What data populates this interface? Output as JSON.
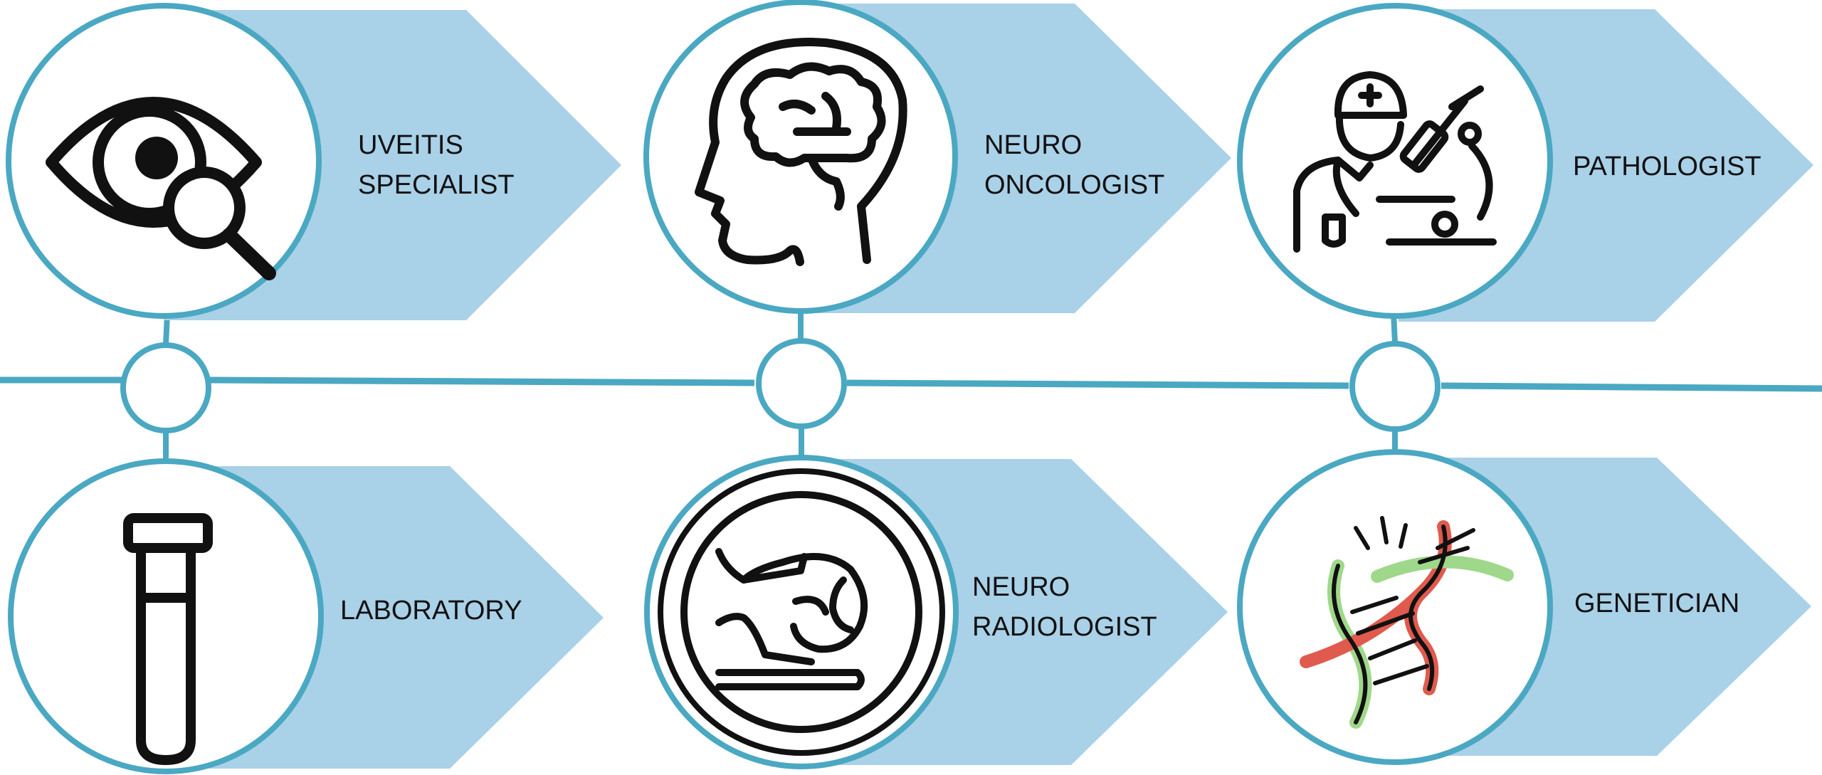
{
  "colors": {
    "line": "#4aa8c2",
    "arrow": "#a9d1e8",
    "circle_fill": "#ffffff",
    "icon": "#111111",
    "dna_red": "#e05a4e",
    "dna_green": "#9fd88a"
  },
  "roles": [
    {
      "id": "uveitis",
      "icon": "eye-magnifier-icon",
      "lines": [
        "UVEITIS",
        "SPECIALIST"
      ]
    },
    {
      "id": "neuro-oncologist",
      "icon": "brain-head-icon",
      "lines": [
        "NEURO",
        "ONCOLOGIST"
      ]
    },
    {
      "id": "pathologist",
      "icon": "doctor-microscope-icon",
      "lines": [
        "PATHOLOGIST"
      ]
    },
    {
      "id": "laboratory",
      "icon": "test-tube-icon",
      "lines": [
        "LABORATORY"
      ]
    },
    {
      "id": "neuro-radiologist",
      "icon": "mri-scanner-icon",
      "lines": [
        "NEURO",
        "RADIOLOGIST"
      ]
    },
    {
      "id": "geneticist",
      "icon": "dna-helix-icon",
      "lines": [
        "GENETICIAN"
      ]
    }
  ]
}
